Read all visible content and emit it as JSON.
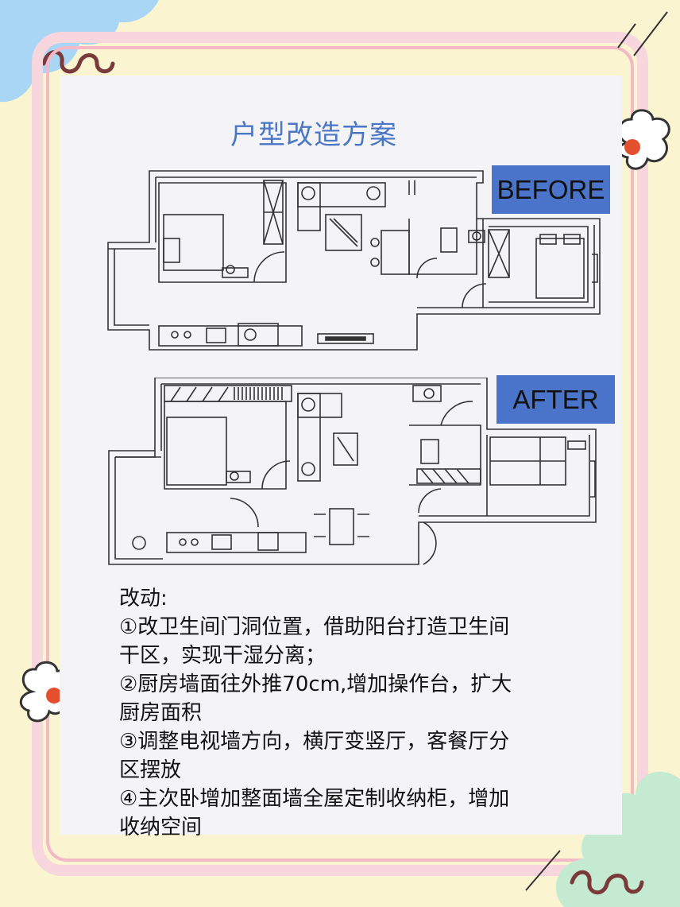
{
  "title": "户型改造方案",
  "before_label": "BEFORE",
  "after_label": "AFTER",
  "notes": {
    "heading": "改动:",
    "lines": [
      "①改卫生间门洞位置，借助阳台打造卫生间",
      "干区，实现干湿分离；",
      "②厨房墙面往外推70cm,增加操作台，扩大",
      "厨房面积",
      "③调整电视墙方向，横厅变竖厅，客餐厅分",
      "区摆放",
      "④主次卧增加整面墙全屋定制收纳柜，增加",
      "收纳空间"
    ]
  },
  "colors": {
    "background": "#fbf4d0",
    "card": "#f4f4f6",
    "title": "#4a76c6",
    "label_bg": "#4a74c9",
    "frame_pink": "#f3b9c6",
    "cloud_blue": "#a9d6f5",
    "cloud_green": "#c5ead2"
  }
}
